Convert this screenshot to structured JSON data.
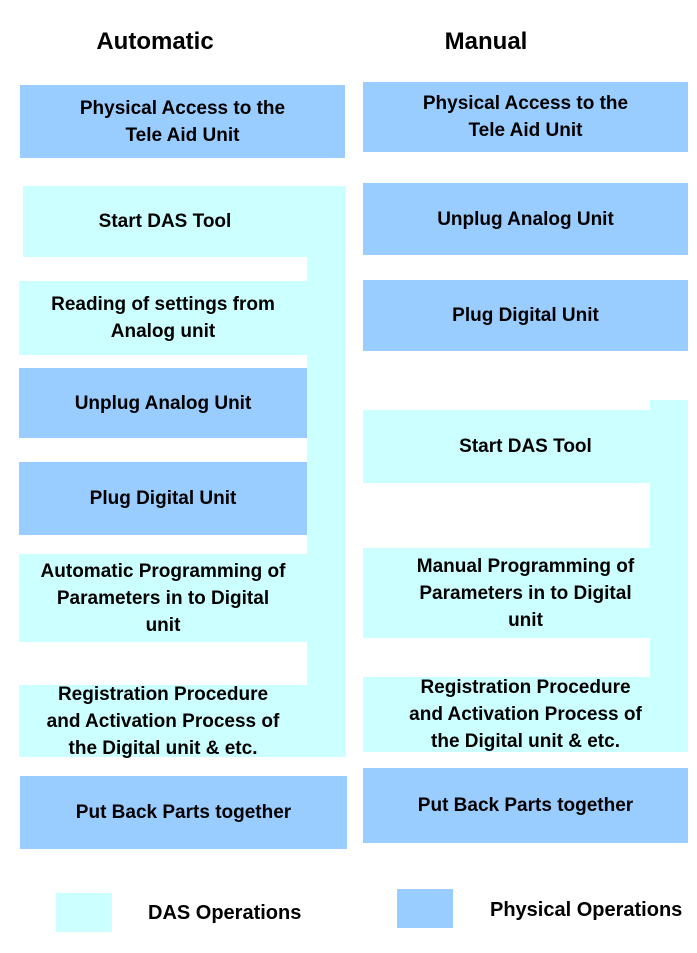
{
  "titles": {
    "automatic": "Automatic",
    "manual": "Manual"
  },
  "columns": {
    "automatic": {
      "steps": [
        {
          "label": "Physical Access to the\nTele Aid Unit",
          "type": "physical"
        },
        {
          "label": "Start DAS Tool",
          "type": "das"
        },
        {
          "label": "Reading of settings from\nAnalog unit",
          "type": "das"
        },
        {
          "label": "Unplug Analog Unit",
          "type": "physical"
        },
        {
          "label": "Plug Digital Unit",
          "type": "physical"
        },
        {
          "label": "Automatic Programming of\nParameters in to Digital\nunit",
          "type": "das"
        },
        {
          "label": "Registration Procedure\nand Activation Process of\nthe Digital unit & etc.",
          "type": "das"
        },
        {
          "label": "Put Back Parts together",
          "type": "physical"
        }
      ]
    },
    "manual": {
      "steps": [
        {
          "label": "Physical Access to the\nTele Aid Unit",
          "type": "physical"
        },
        {
          "label": "Unplug Analog Unit",
          "type": "physical"
        },
        {
          "label": "Plug Digital Unit",
          "type": "physical"
        },
        {
          "label": "Start DAS Tool",
          "type": "das"
        },
        {
          "label": "Manual Programming of\nParameters in to Digital\nunit",
          "type": "das"
        },
        {
          "label": "Registration Procedure\nand Activation Process of\nthe Digital unit & etc.",
          "type": "das"
        },
        {
          "label": "Put Back Parts together",
          "type": "physical"
        }
      ]
    }
  },
  "legend": {
    "das_label": "DAS Operations",
    "physical_label": "Physical Operations"
  },
  "colors": {
    "das": "#CCFFFF",
    "physical": "#99CCFF",
    "text": "#000000",
    "background": "#FFFFFF"
  }
}
